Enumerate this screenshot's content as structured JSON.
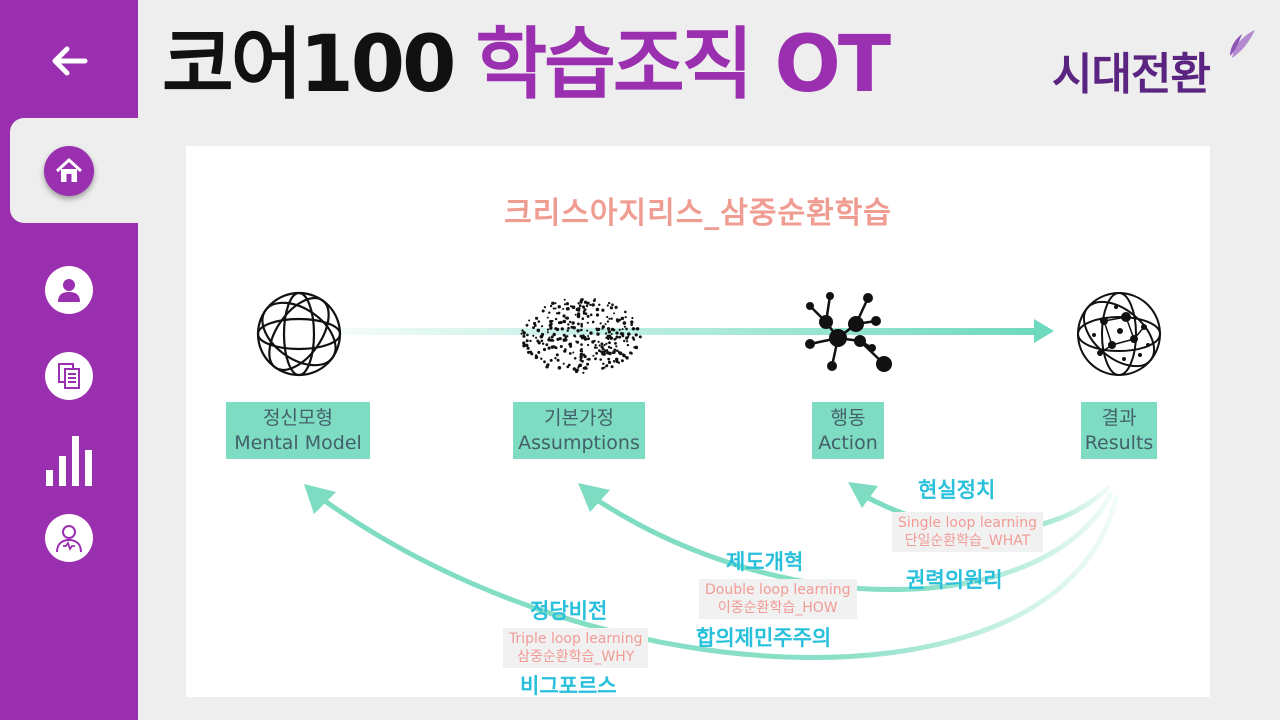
{
  "header": {
    "title_main": "코어100",
    "title_accent": "학습조직 OT",
    "brand": "시대전환"
  },
  "sidebar": {
    "back_icon": "arrow-left-icon",
    "items": [
      {
        "icon": "home-icon",
        "active": true
      },
      {
        "icon": "user-icon"
      },
      {
        "icon": "documents-icon"
      },
      {
        "icon": "bar-chart-icon"
      },
      {
        "icon": "health-user-icon"
      }
    ]
  },
  "slide": {
    "title": "크리스아지리스_삼중순환학습",
    "stages": [
      {
        "ko": "정신모형",
        "en": "Mental Model"
      },
      {
        "ko": "기본가정",
        "en": "Assumptions"
      },
      {
        "ko": "행동",
        "en": "Action"
      },
      {
        "ko": "결과",
        "en": "Results"
      }
    ],
    "loops": [
      {
        "en": "Single loop learning",
        "ko": "단일순환학습_WHAT",
        "top": "현실정치",
        "bottom": "권력의원리"
      },
      {
        "en": "Double loop learning",
        "ko": "이중순환학습_HOW",
        "top": "제도개혁",
        "bottom": "합의제민주주의"
      },
      {
        "en": "Triple loop learning",
        "ko": "삼중순환학습_WHY",
        "top": "정당비전",
        "bottom": "비그포르스"
      }
    ]
  },
  "colors": {
    "purple": "#9a2fb0",
    "mint": "#7ddcc1",
    "salmon": "#ef9d92",
    "cyan": "#28c0db",
    "brand": "#5a2480"
  }
}
